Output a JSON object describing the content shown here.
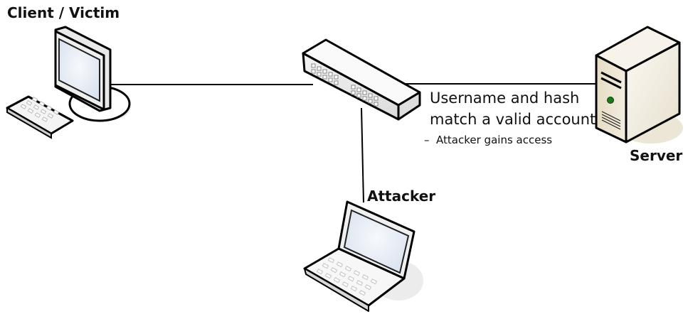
{
  "diagram": {
    "nodes": {
      "client": {
        "label": "Client / Victim",
        "icon": "desktop-computer-icon"
      },
      "switch": {
        "label": "",
        "icon": "network-switch-icon"
      },
      "server": {
        "label": "Server",
        "icon": "tower-server-icon",
        "status_led_color": "#1a7a1a"
      },
      "attacker": {
        "label": "Attacker",
        "icon": "laptop-icon"
      }
    },
    "annotation": {
      "main_line1": "Username and hash",
      "main_line2": "match a valid account",
      "bullet": "–",
      "sub": "Attacker gains access"
    },
    "links": [
      {
        "from": "client",
        "to": "switch"
      },
      {
        "from": "switch",
        "to": "server"
      },
      {
        "from": "switch",
        "to": "attacker"
      }
    ]
  }
}
